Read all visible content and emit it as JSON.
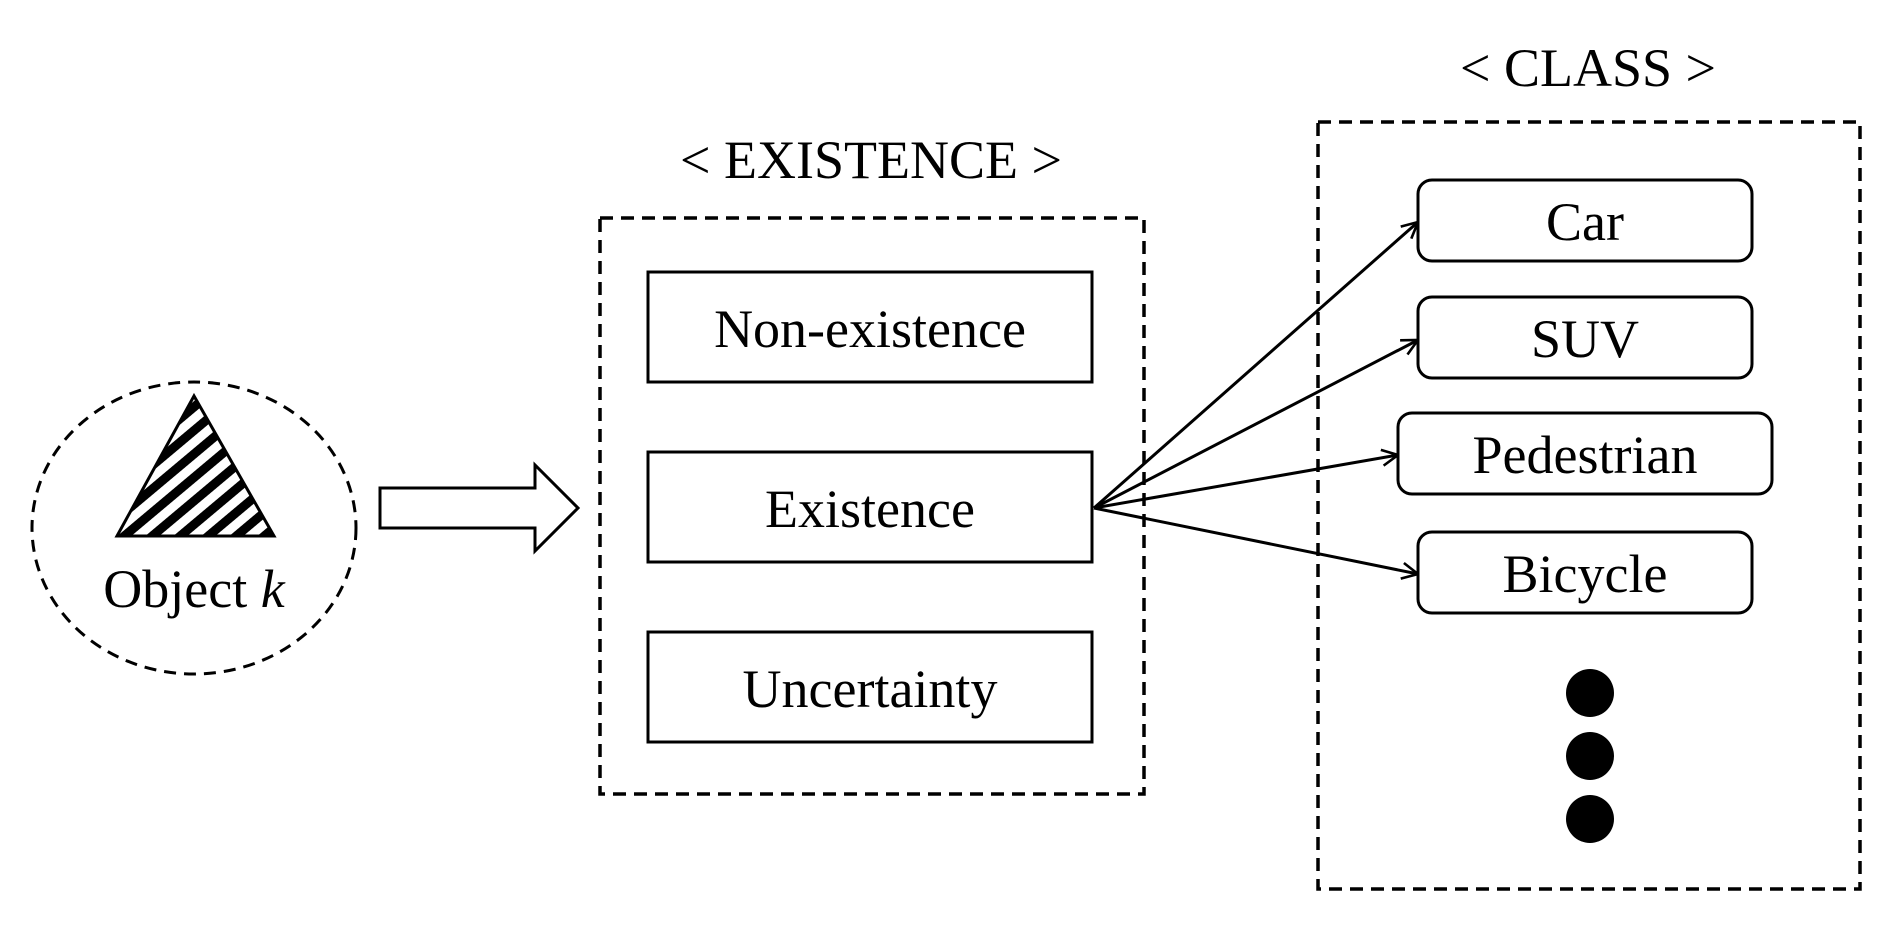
{
  "object": {
    "name": "Object",
    "symbol": "k"
  },
  "existence": {
    "title": "< EXISTENCE >",
    "items": [
      "Non-existence",
      "Existence",
      "Uncertainty"
    ]
  },
  "class": {
    "title": "< CLASS >",
    "items": [
      "Car",
      "SUV",
      "Pedestrian",
      "Bicycle"
    ]
  },
  "colors": {
    "stroke": "#000000",
    "background": "#ffffff"
  }
}
